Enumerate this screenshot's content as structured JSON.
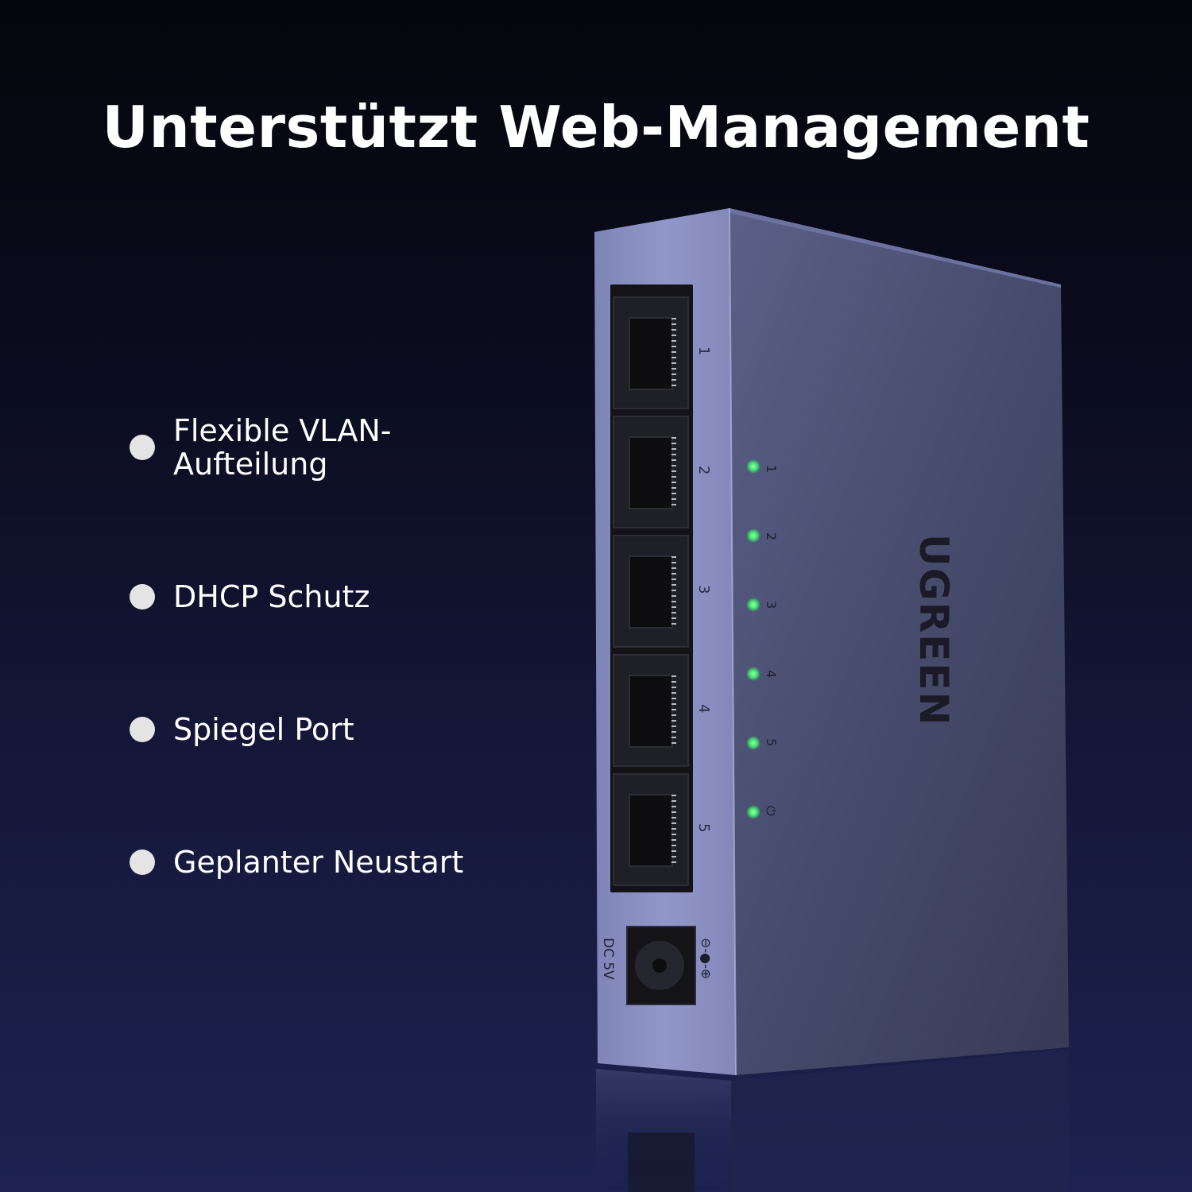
{
  "headline": "Unterstützt Web-Management",
  "features": [
    {
      "text": "Flexible VLAN-\nAufteilung"
    },
    {
      "text": "DHCP Schutz"
    },
    {
      "text": "Spiegel Port"
    },
    {
      "text": "Geplanter Neustart"
    }
  ],
  "device": {
    "brand": "UGREEN",
    "port_labels": [
      "1",
      "2",
      "3",
      "4",
      "5"
    ],
    "led_labels": [
      "1",
      "2",
      "3",
      "4",
      "5"
    ],
    "power_symbol": "⏻",
    "dc_label": "DC 5V",
    "polarity_symbol": "⊖-●-⊕"
  },
  "colors": {
    "led": "#3ee86a",
    "body_side": "#4d5373",
    "body_front": "#8b90c2",
    "port_dark": "#141418"
  }
}
